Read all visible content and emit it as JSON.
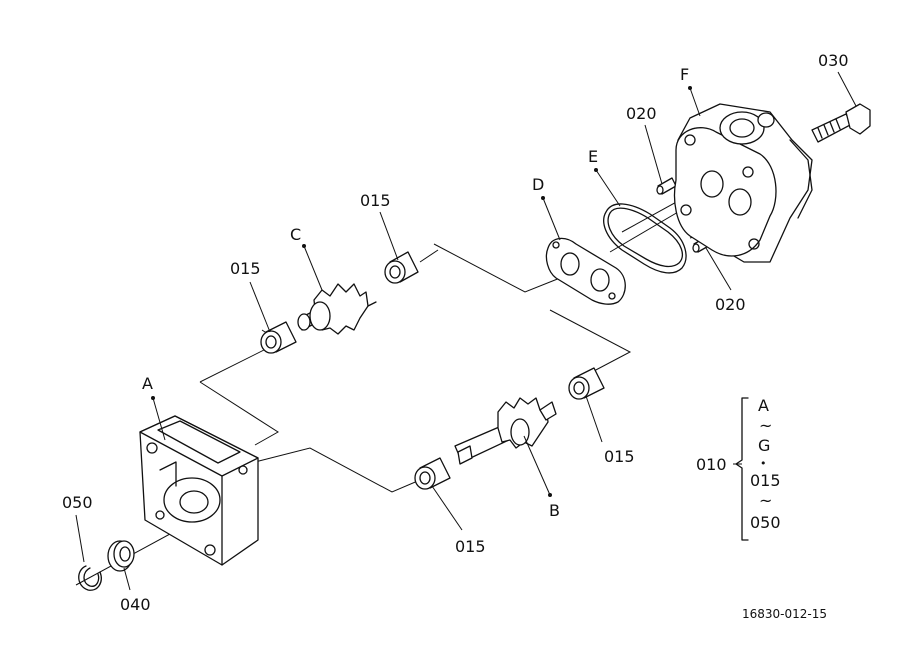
{
  "labels": {
    "a": "A",
    "b": "B",
    "c": "C",
    "d": "D",
    "e": "E",
    "f": "F",
    "p015_1": "015",
    "p015_2": "015",
    "p015_3": "015",
    "p015_4": "015",
    "p020_1": "020",
    "p020_2": "020",
    "p030": "030",
    "p040": "040",
    "p050": "050"
  },
  "legend": {
    "assembly": "010",
    "from_part": "A",
    "tilde1": "~",
    "to_part": "G",
    "plus": "•",
    "extra_from": "015",
    "tilde2": "~",
    "extra_to": "050"
  },
  "drawing_number": "16830-012-15"
}
